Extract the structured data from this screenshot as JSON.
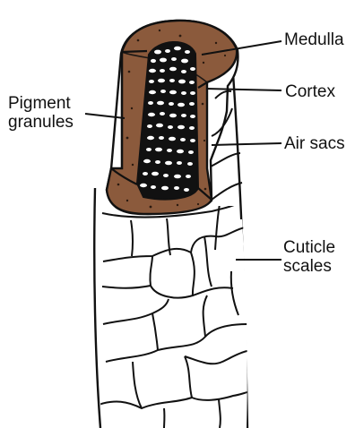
{
  "diagram": {
    "labels": {
      "medulla": "Medulla",
      "cortex": "Cortex",
      "air_sacs": "Air sacs",
      "pigment_granules": [
        "Pigment",
        "granules"
      ],
      "cuticle_scales": [
        "Cuticle",
        "scales"
      ]
    },
    "colors": {
      "cortex_fill": "#8B5A3C",
      "outline": "#111111",
      "background": "#ffffff",
      "medulla_core": "#111111"
    }
  }
}
